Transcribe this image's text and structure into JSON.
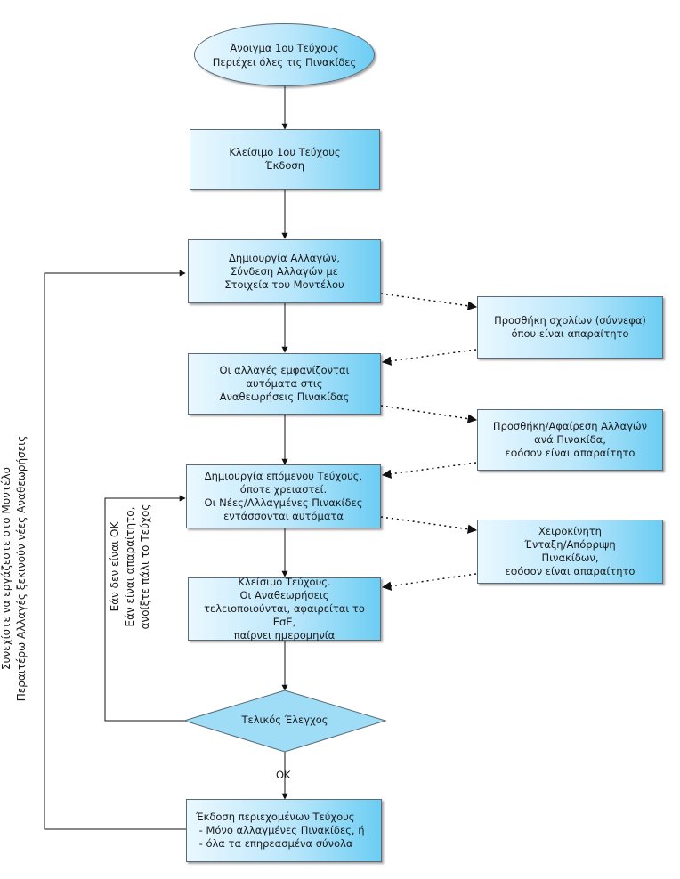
{
  "start": {
    "line1": "Άνοιγμα 1ου Τεύχους",
    "line2": "Περιέχει όλες τις Πινακίδες"
  },
  "steps": [
    {
      "lines": [
        "Κλείσιμο 1ου Τεύχους",
        "Έκδοση"
      ]
    },
    {
      "lines": [
        "Δημιουργία Αλλαγών,",
        "Σύνδεση Αλλαγών με",
        "Στοιχεία του Μοντέλου"
      ]
    },
    {
      "lines": [
        "Οι αλλαγές εμφανίζονται",
        "αυτόματα στις",
        "Αναθεωρήσεις Πινακίδας"
      ]
    },
    {
      "lines": [
        "Δημιουργία επόμενου Τεύχους,",
        "όποτε χρειαστεί.",
        "Οι Νέες/Αλλαγμένες Πινακίδες",
        "εντάσσονται αυτόματα"
      ]
    },
    {
      "lines": [
        "Κλείσιμο Τεύχους.",
        "Οι Αναθεωρήσεις",
        "τελειοποιούνται, αφαιρείται το ΕσΕ,",
        "παίρνει ημερομηνία"
      ]
    }
  ],
  "side_steps": [
    {
      "lines": [
        "Προσθήκη σχολίων (σύννεφα)",
        "όπου είναι απαραίτητο"
      ]
    },
    {
      "lines": [
        "Προσθήκη/Αφαίρεση Αλλαγών",
        "ανά Πινακίδα,",
        "εφόσον είναι απαραίτητο"
      ]
    },
    {
      "lines": [
        "Χειροκίνητη",
        "Ένταξη/Απόρριψη",
        "Πινακίδων,",
        "εφόσον είναι απαραίτητο"
      ]
    }
  ],
  "decision": {
    "label": "Τελικός Έλεγχος",
    "ok_label": "OK"
  },
  "final": {
    "lines": [
      "Έκδοση περιεχομένων Τεύχους",
      " - Μόνο αλλαγμένες Πινακίδες, ή",
      " - όλα τα επηρεασμένα σύνολα"
    ]
  },
  "loop_inner": {
    "lines": [
      "Εάν δεν είναι OK",
      "Εάν είναι απαραίτητο,",
      "ανοίξτε πάλι το Τεύχος"
    ]
  },
  "loop_outer": {
    "lines": [
      "Συνεχίστε να εργάζεστε στο Μοντέλο",
      "Περαιτέρω Αλλαγές ξεκινούν νέες Αναθεωρήσεις"
    ]
  }
}
